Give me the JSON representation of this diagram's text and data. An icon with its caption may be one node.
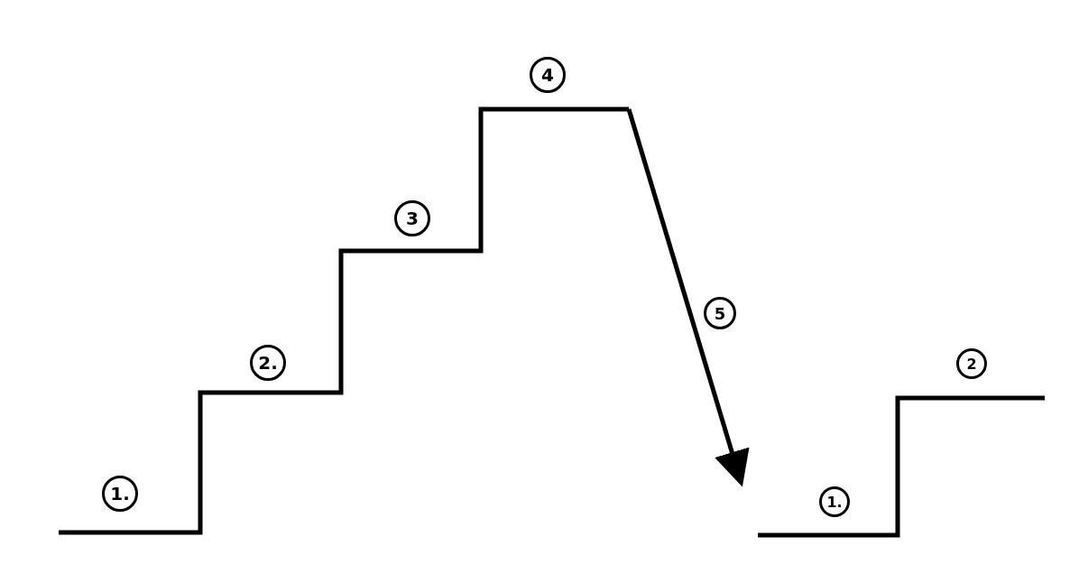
{
  "diagram": {
    "labels": [
      "1.",
      "2.",
      "3",
      "4",
      "5",
      "1.",
      "2"
    ]
  }
}
